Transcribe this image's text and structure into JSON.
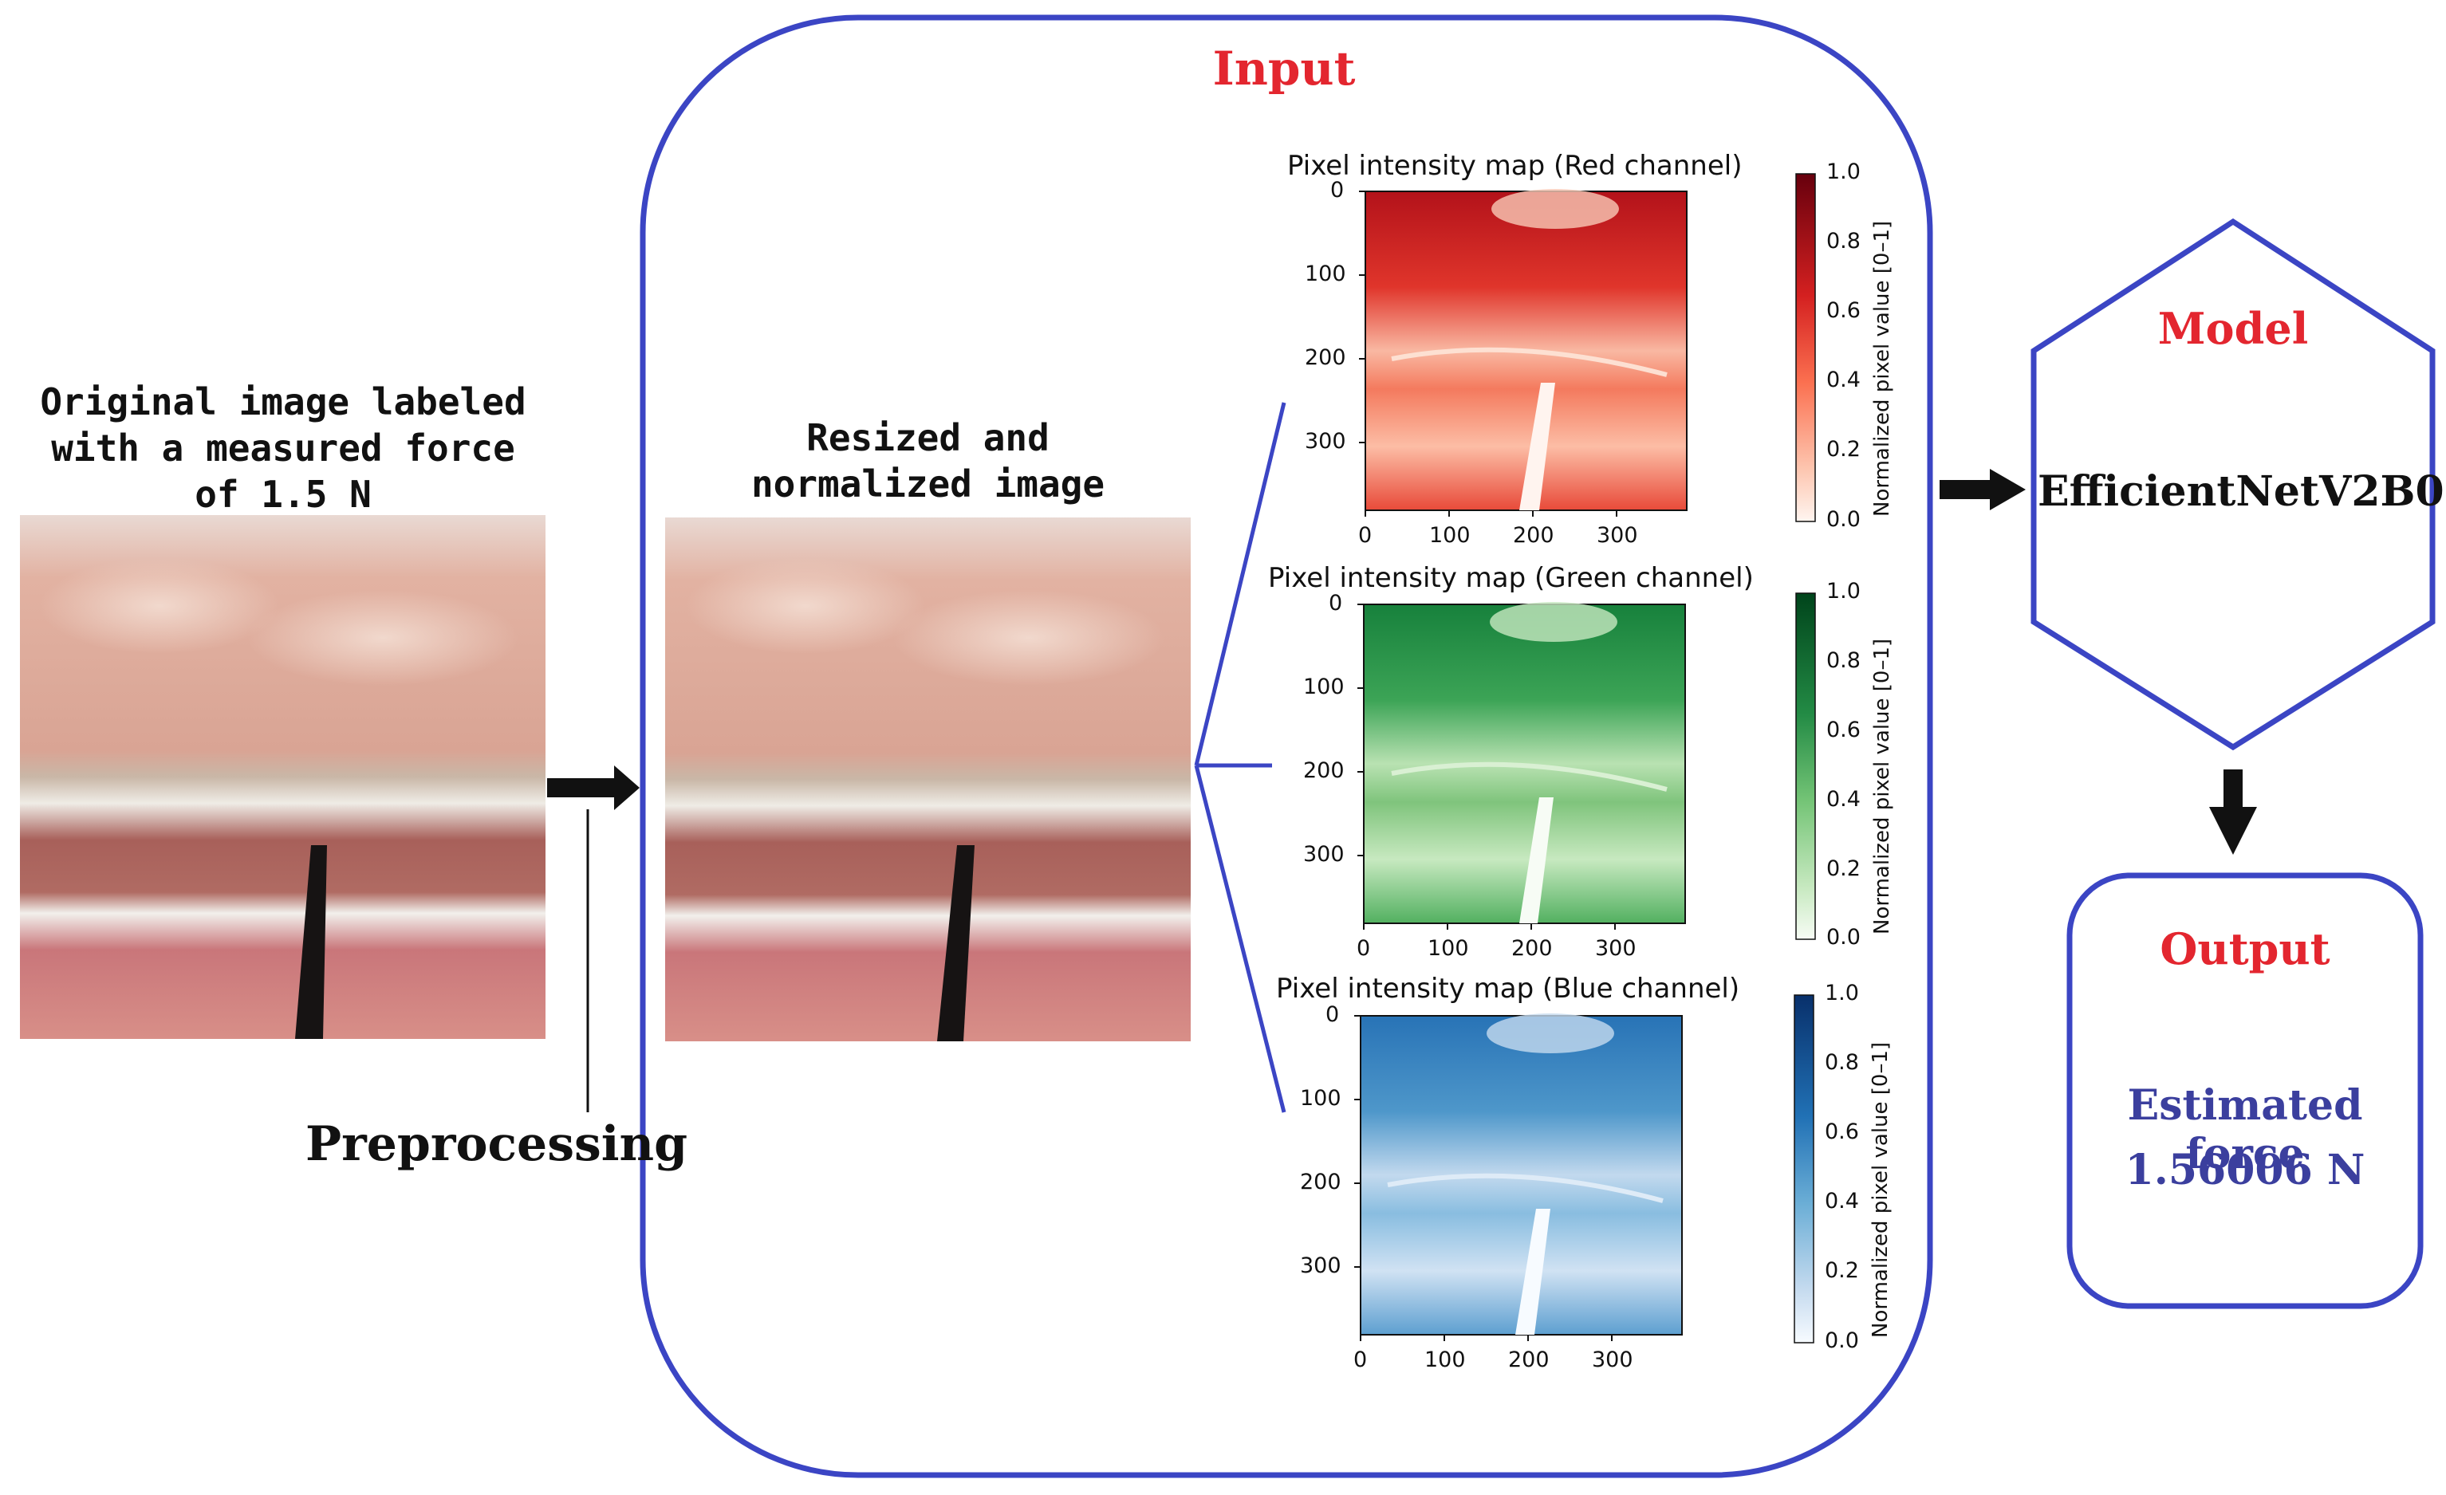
{
  "original": {
    "caption_lines": [
      "Original image labeled",
      "with a measured force",
      "of 1.5 N"
    ]
  },
  "resized": {
    "caption_lines": [
      "Resized and",
      "normalized image"
    ]
  },
  "preprocessing_label": "Preprocessing",
  "input_title": "Input",
  "plots": [
    {
      "title": "Pixel intensity map (Red channel)",
      "colormap": "Reds",
      "x_ticks": [
        "0",
        "100",
        "200",
        "300"
      ],
      "y_ticks": [
        "0",
        "100",
        "200",
        "300"
      ],
      "cbar_ticks": [
        "1.0",
        "0.8",
        "0.6",
        "0.4",
        "0.2",
        "0.0"
      ],
      "cbar_label": "Normalized pixel value [0–1]",
      "colors": {
        "dark": "#67000d",
        "mid": "#ef3b2c",
        "light": "#fff5f0"
      }
    },
    {
      "title": "Pixel intensity map (Green channel)",
      "colormap": "Greens",
      "x_ticks": [
        "0",
        "100",
        "200",
        "300"
      ],
      "y_ticks": [
        "0",
        "100",
        "200",
        "300"
      ],
      "cbar_ticks": [
        "1.0",
        "0.8",
        "0.6",
        "0.4",
        "0.2",
        "0.0"
      ],
      "cbar_label": "Normalized pixel value [0–1]",
      "colors": {
        "dark": "#00441b",
        "mid": "#41ab5d",
        "light": "#f7fcf5"
      }
    },
    {
      "title": "Pixel intensity map (Blue channel)",
      "colormap": "Blues",
      "x_ticks": [
        "0",
        "100",
        "200",
        "300"
      ],
      "y_ticks": [
        "0",
        "100",
        "200",
        "300"
      ],
      "cbar_ticks": [
        "1.0",
        "0.8",
        "0.6",
        "0.4",
        "0.2",
        "0.0"
      ],
      "cbar_label": "Normalized pixel value [0–1]",
      "colors": {
        "dark": "#08306b",
        "mid": "#4292c6",
        "light": "#f7fbff"
      }
    }
  ],
  "model": {
    "title": "Model",
    "name": "EfficientNetV2B0"
  },
  "output": {
    "title": "Output",
    "line1": "Estimated force",
    "line2": "1.56006 N"
  },
  "colors": {
    "frame": "#3b45c4",
    "heading_red": "#e3262f",
    "output_blue": "#3b3f9e"
  }
}
